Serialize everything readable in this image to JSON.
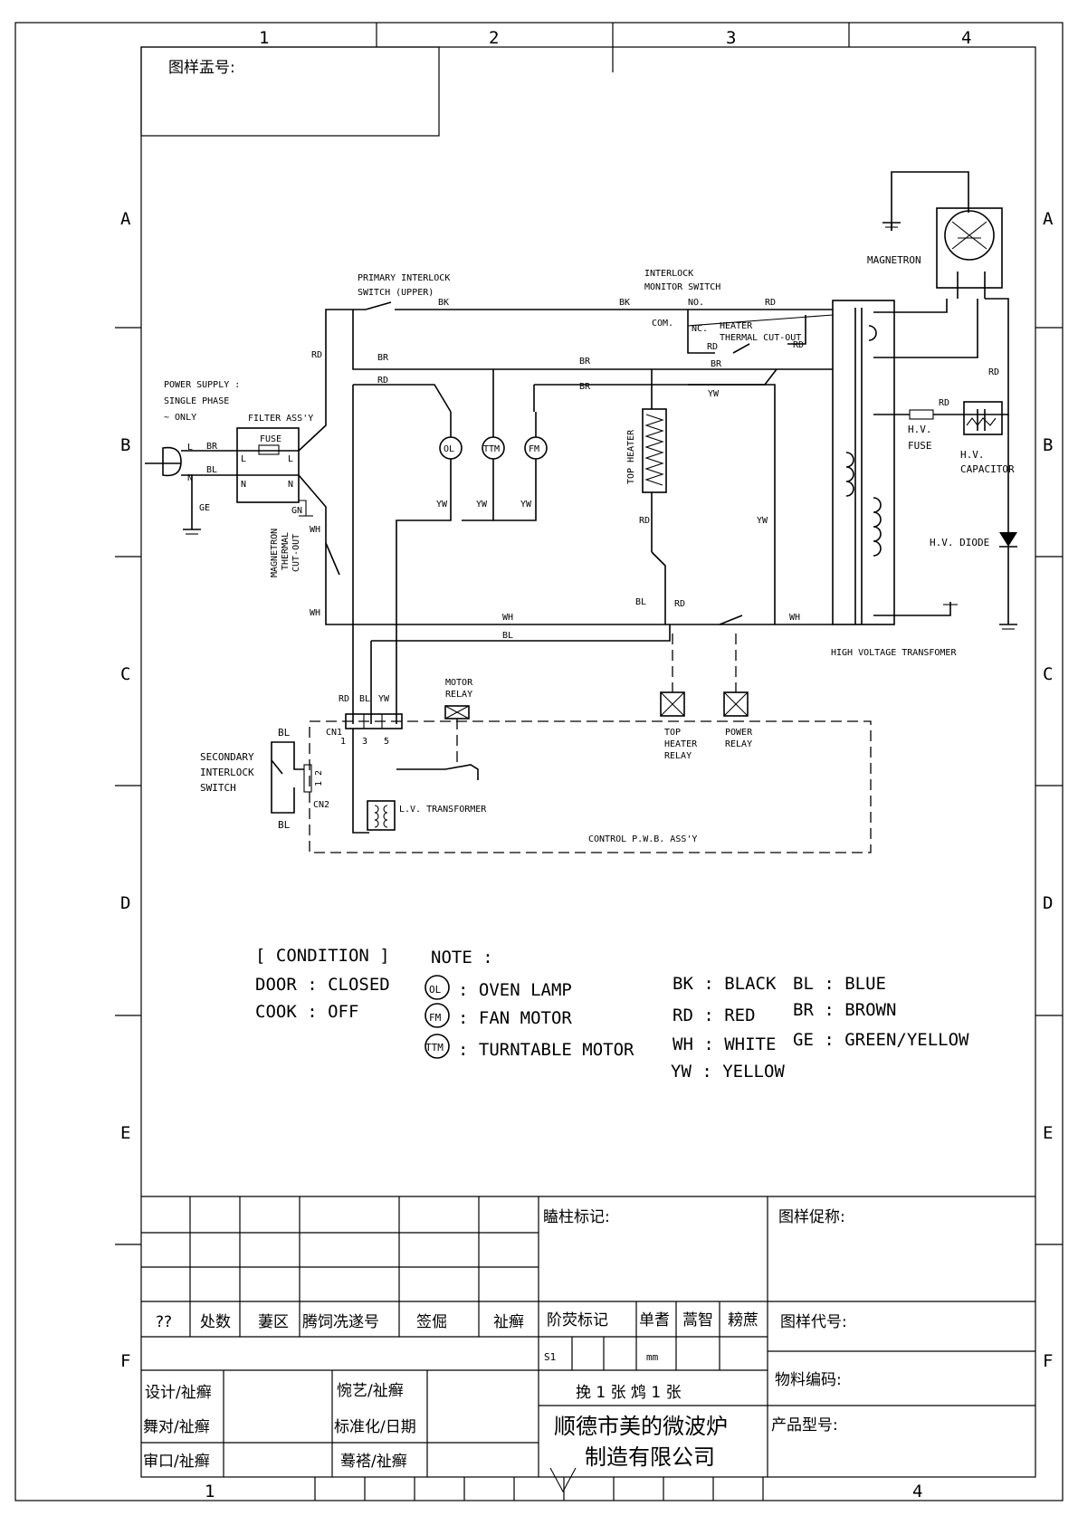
{
  "frame": {
    "columns_top": [
      "1",
      "2",
      "3",
      "4"
    ],
    "columns_bottom": [
      "1",
      "4"
    ],
    "rows": [
      "A",
      "B",
      "C",
      "D",
      "E",
      "F"
    ],
    "drawing_no_label": "图样盂号:"
  },
  "labels": {
    "magnetron": "MAGNETRON",
    "primary_interlock_1": "PRIMARY INTERLOCK",
    "primary_interlock_2": "SWITCH (UPPER)",
    "interlock_monitor_1": "INTERLOCK",
    "interlock_monitor_2": "MONITOR SWITCH",
    "power_supply_1": "POWER SUPPLY :",
    "power_supply_2": "SINGLE PHASE",
    "power_supply_3": "~ ONLY",
    "filter": "FILTER ASS'Y",
    "fuse": "FUSE",
    "heater_cutout_1": "HEATER",
    "heater_cutout_2": "THERMAL CUT-OUT",
    "top_heater": "TOP HEATER",
    "hv_fuse_1": "H.V.",
    "hv_fuse_2": "FUSE",
    "hv_cap_1": "H.V.",
    "hv_cap_2": "CAPACITOR",
    "hv_diode": "H.V. DIODE",
    "mag_cutout_1": "MAGNETRON",
    "mag_cutout_2": "THERMAL",
    "mag_cutout_3": "CUT-OUT",
    "hv_transformer": "HIGH VOLTAGE TRANSFOMER",
    "motor_relay_1": "MOTOR",
    "motor_relay_2": "RELAY",
    "top_heater_relay_1": "TOP",
    "top_heater_relay_2": "HEATER",
    "top_heater_relay_3": "RELAY",
    "power_relay_1": "POWER",
    "power_relay_2": "RELAY",
    "secondary_1": "SECONDARY",
    "secondary_2": "INTERLOCK",
    "secondary_3": "SWITCH",
    "lv_transformer": "L.V. TRANSFORMER",
    "control_pwb": "CONTROL P.W.B. ASS'Y",
    "cn1": "CN1",
    "cn2": "CN2",
    "pin1": "1",
    "pin3": "3",
    "pin5": "5",
    "pin_cn2": "1 2",
    "com": "COM.",
    "no": "NO.",
    "nc": "NC.",
    "ol": "OL",
    "ttm": "TTM",
    "fm": "FM",
    "l": "L",
    "n": "N",
    "gn": "GN"
  },
  "wires": {
    "bk": "BK",
    "rd": "RD",
    "br": "BR",
    "bl": "BL",
    "wh": "WH",
    "yw": "YW",
    "ge": "GE"
  },
  "condition": {
    "title": "[ CONDITION ]",
    "door": "DOOR  : CLOSED",
    "cook": "COOK  : OFF"
  },
  "note": {
    "title": "NOTE :",
    "items": [
      {
        "sym": "OL",
        "text": ": OVEN LAMP"
      },
      {
        "sym": "FM",
        "text": ": FAN  MOTOR"
      },
      {
        "sym": "TTM",
        "text": ": TURNTABLE MOTOR"
      }
    ]
  },
  "colors": [
    [
      "BK : BLACK",
      "BL : BLUE"
    ],
    [
      "RD : RED",
      "BR : BROWN"
    ],
    [
      "WH : WHITE",
      "GE : GREEN/YELLOW"
    ],
    [
      "YW : YELLOW",
      ""
    ]
  ],
  "title_block": {
    "header": [
      "??",
      "处数",
      "萋区",
      "腾饲冼遂号",
      "签倔",
      "祉癣"
    ],
    "mark_label": "瞌柱标记:",
    "drawing_name": "图样促称:",
    "stage": "阶荧标记",
    "qty": "单耆",
    "weight": "蒿智",
    "scale": "耪蔗",
    "drawing_code": "图样代号:",
    "s1": "S1",
    "unit": "mm",
    "material": "物料编码:",
    "product": "产品型号:",
    "sheets": "挽 1 张    鸩 1 张",
    "design": "设计/祉癣",
    "craft": "惋艺/祉癣",
    "check": "舞对/祉癣",
    "standard": "标准化/日期",
    "review": "审口/祉癣",
    "approve": "蓦褡/祉癣",
    "company_1": "顺德市美的微波炉",
    "company_2": "制造有限公司"
  }
}
